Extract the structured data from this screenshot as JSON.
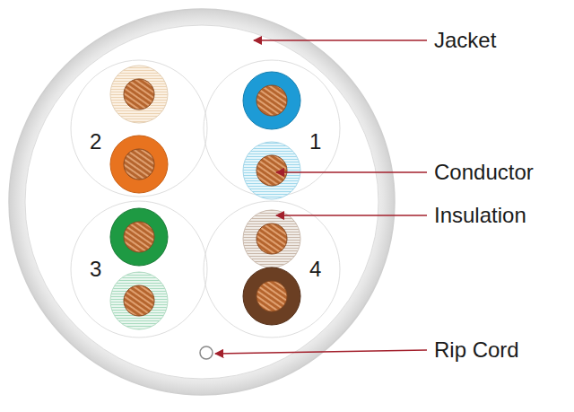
{
  "diagram": {
    "labels": [
      "Jacket",
      "2",
      "1",
      "Conductor",
      "Insulation",
      "3",
      "4",
      "Rip Cord"
    ]
  }
}
